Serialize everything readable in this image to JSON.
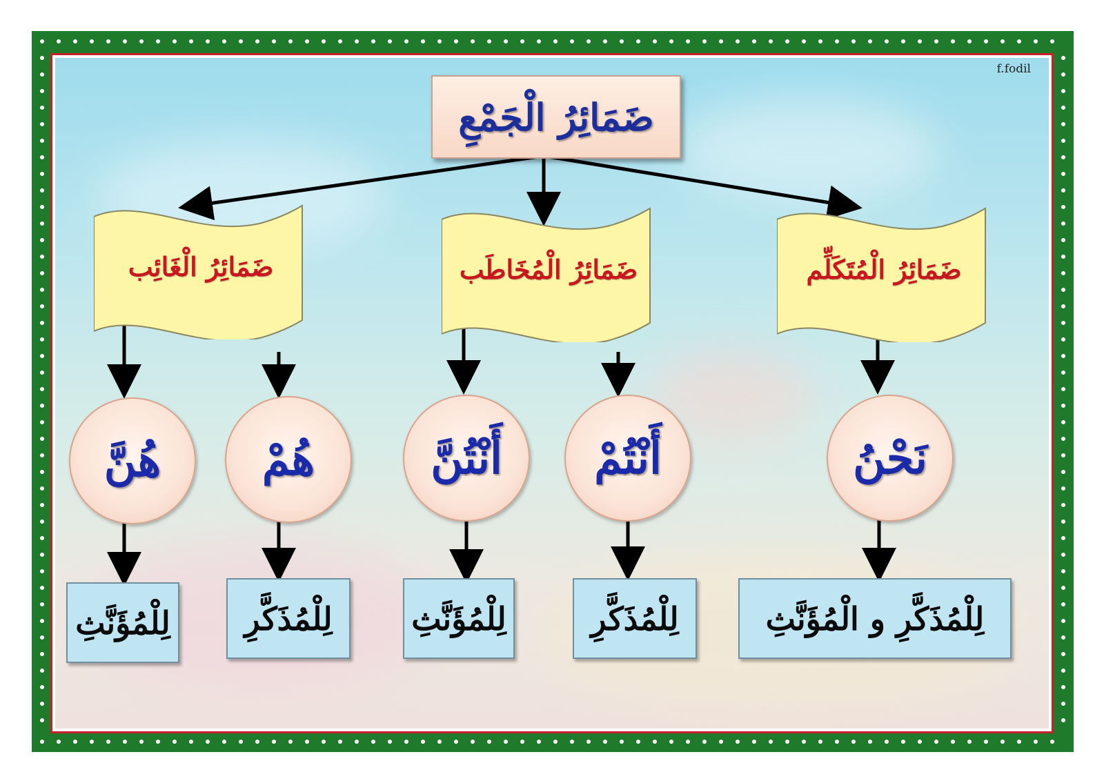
{
  "signature": "f.fodil",
  "title": "ضَمَائِرُ الْجَمْعِ",
  "colors": {
    "frame": "#1f7a2c",
    "inner_border": "#c8202a",
    "title_text": "#1c2e9c",
    "banner_text": "#c9171f",
    "banner_fill": "#fcf6a6",
    "pronoun_text": "#1a2aa8",
    "label_fill": "#bfe4f2"
  },
  "categories": [
    {
      "label": "ضَمَائِرُ الْغَائِب",
      "pronouns": [
        {
          "word": "هُنَّ",
          "gender": "لِلْمُؤَنَّثِ"
        },
        {
          "word": "هُمْ",
          "gender": "لِلْمُذَكَّرِ"
        }
      ]
    },
    {
      "label": "ضَمَائِرُ الْمُخَاطَب",
      "pronouns": [
        {
          "word": "أَنْتُنَّ",
          "gender": "لِلْمُؤَنَّثِ"
        },
        {
          "word": "أَنْتُمْ",
          "gender": "لِلْمُذَكَّرِ"
        }
      ]
    },
    {
      "label": "ضَمَائِرُ الْمُتَكَلِّم",
      "pronouns": [
        {
          "word": "نَحْنُ",
          "gender": "لِلْمُذَكَّرِ و الْمُؤَنَّثِ"
        }
      ]
    }
  ]
}
